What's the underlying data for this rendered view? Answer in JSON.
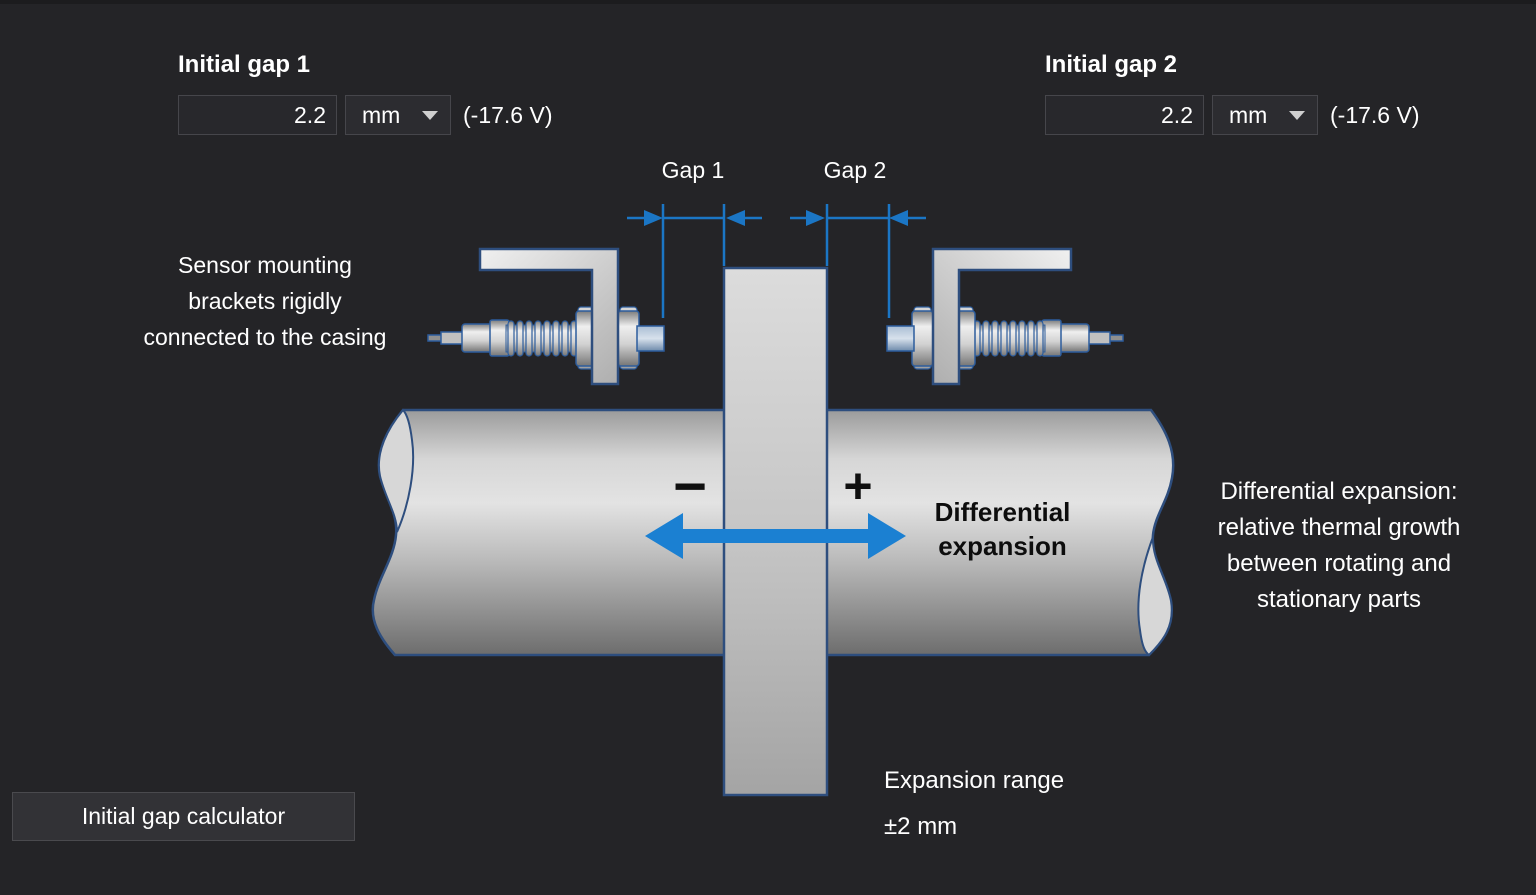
{
  "theme": {
    "background": "#242427",
    "accent_blue": "#1b80d2",
    "dimension_blue": "#1b76c5",
    "outline_blue": "#2e4e7e",
    "field_background": "#28282c",
    "field_border": "#46464b",
    "text_color": "#ffffff",
    "diagram_text_black": "#101010"
  },
  "inputs": {
    "gap1": {
      "label": "Initial gap 1",
      "value": "2.2",
      "unit": "mm",
      "voltage": "(-17.6 V)"
    },
    "gap2": {
      "label": "Initial gap 2",
      "value": "2.2",
      "unit": "mm",
      "voltage": "(-17.6 V)"
    }
  },
  "diagram": {
    "gap1_dim_label": "Gap 1",
    "gap2_dim_label": "Gap 2",
    "sensor_note_lines": [
      "Sensor mounting",
      "brackets rigidly",
      "connected to the casing"
    ],
    "minus_sign": "−",
    "plus_sign": "+",
    "diff_expansion_lines": [
      "Differential",
      "expansion"
    ],
    "diff_note_lines": [
      "Differential expansion:",
      "relative thermal growth",
      "between rotating and",
      "stationary parts"
    ],
    "expansion_range_lines": [
      "Expansion range",
      "±2 mm"
    ]
  },
  "footer": {
    "calculator_button": "Initial gap calculator"
  }
}
